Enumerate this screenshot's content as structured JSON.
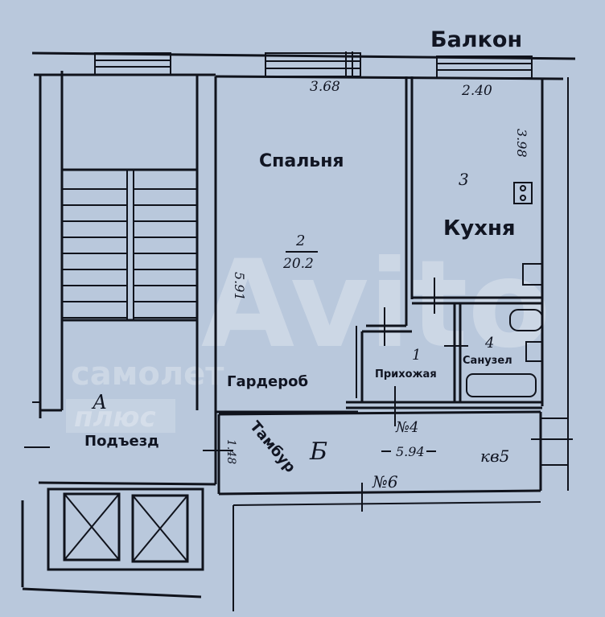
{
  "plan": {
    "balcony_label": "Балкон",
    "rooms": [
      {
        "id": "bedroom",
        "name": "Спальня",
        "number": "2",
        "area": "20.2",
        "width": "3.68",
        "length": "5.91"
      },
      {
        "id": "kitchen",
        "name": "Кухня",
        "number": "3",
        "width": "2.40",
        "length": "3.98"
      },
      {
        "id": "hallway",
        "name": "Прихожая",
        "number": "1"
      },
      {
        "id": "bathroom",
        "name": "Санузел",
        "number": "4"
      },
      {
        "id": "wardrobe",
        "name": "Гардероб"
      },
      {
        "id": "entrance",
        "name": "Подъезд",
        "number": "А"
      },
      {
        "id": "vestibule",
        "name": "Тамбур",
        "number": "Б",
        "length": "5.94",
        "width": "1.48"
      }
    ],
    "annotations": {
      "apt_top": "№4",
      "apt_bottom": "№6",
      "apt_right": "кв5"
    },
    "watermark": {
      "line1": "самолет",
      "line2": "плюс",
      "brand": "Avito"
    }
  }
}
